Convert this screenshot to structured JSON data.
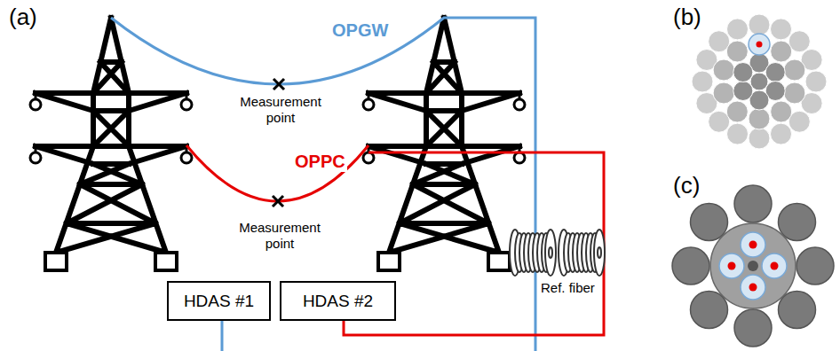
{
  "diagram": {
    "nodes": [
      {
        "text": [
          "HDAS #1"
        ]
      },
      {
        "text": [
          "HDAS #2"
        ]
      }
    ],
    "labels": [
      "(a)",
      "OPGW",
      "Measurement point",
      "OPPC",
      "Measurement point",
      "Ref. fiber",
      "(b)",
      "(c)"
    ]
  }
}
